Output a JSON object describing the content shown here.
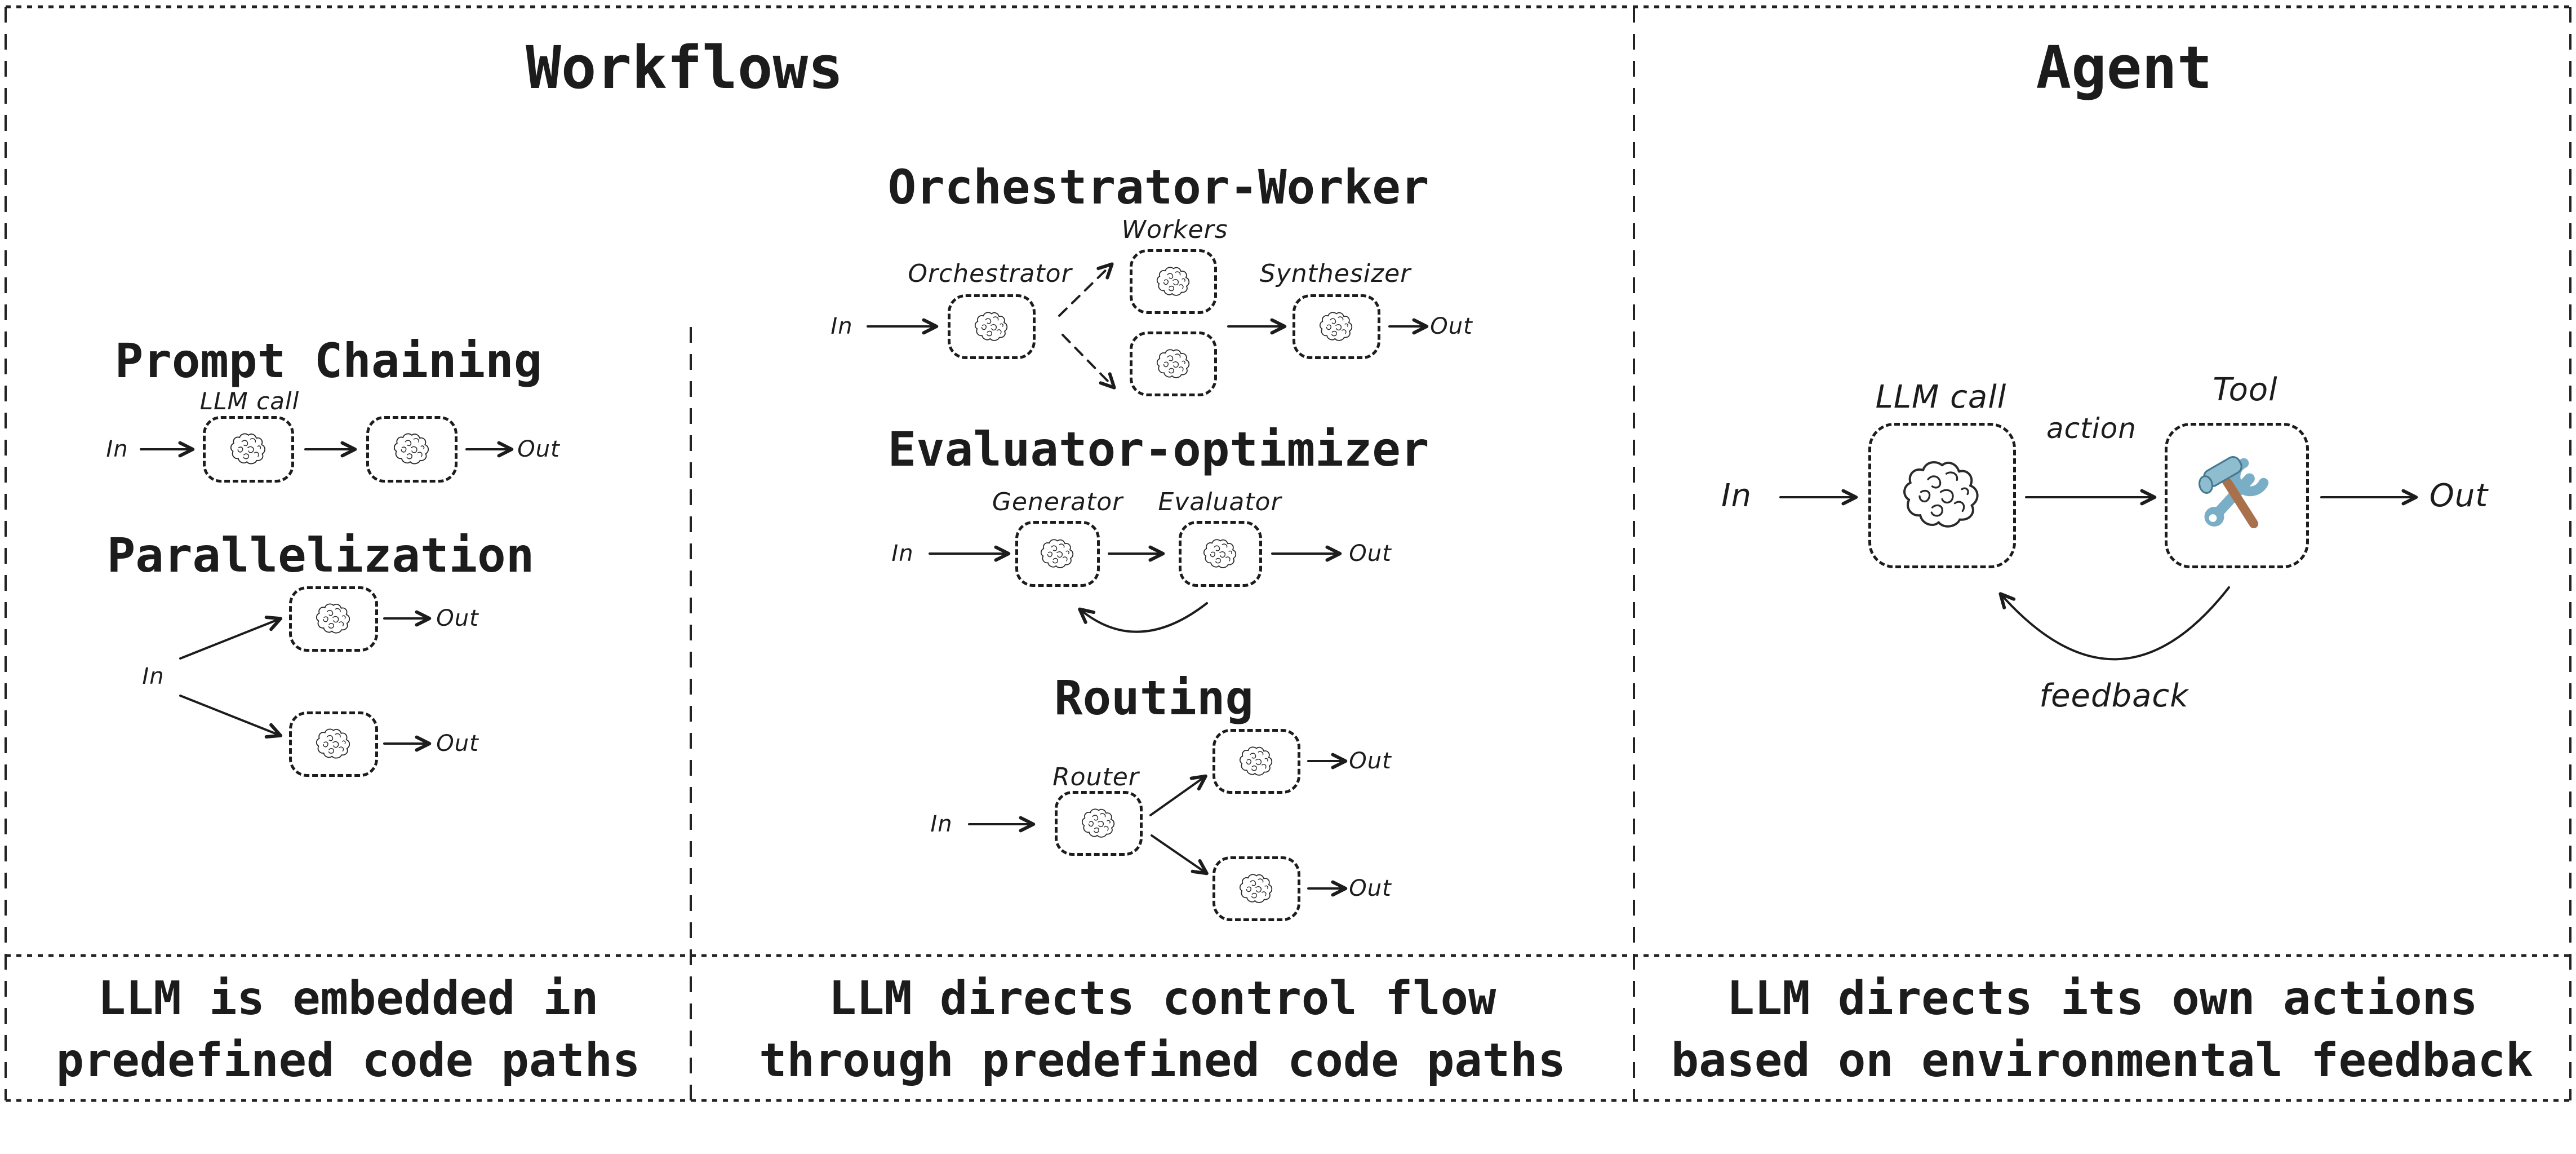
{
  "header": {
    "workflows_title": "Workflows",
    "agent_title": "Agent"
  },
  "workflows": {
    "prompt_chaining": {
      "title": "Prompt Chaining",
      "llm_call_label": "LLM call",
      "in_label": "In",
      "out_label": "Out"
    },
    "parallelization": {
      "title": "Parallelization",
      "in_label": "In",
      "out_top_label": "Out",
      "out_bottom_label": "Out"
    },
    "orchestrator_worker": {
      "title": "Orchestrator-Worker",
      "workers_label": "Workers",
      "orchestrator_label": "Orchestrator",
      "synthesizer_label": "Synthesizer",
      "in_label": "In",
      "out_label": "Out"
    },
    "evaluator_optimizer": {
      "title": "Evaluator-optimizer",
      "generator_label": "Generator",
      "evaluator_label": "Evaluator",
      "in_label": "In",
      "out_label": "Out"
    },
    "routing": {
      "title": "Routing",
      "router_label": "Router",
      "in_label": "In",
      "out_top_label": "Out",
      "out_bottom_label": "Out"
    }
  },
  "agent": {
    "llm_call_label": "LLM call",
    "tool_label": "Tool",
    "action_label": "action",
    "feedback_label": "feedback",
    "in_label": "In",
    "out_label": "Out"
  },
  "captions": {
    "workflows_left": {
      "line1": "LLM is embedded in",
      "line2": "predefined code paths"
    },
    "workflows_right": {
      "line1": "LLM directs control flow",
      "line2": "through predefined code paths"
    },
    "agent": {
      "line1": "LLM directs its own actions",
      "line2": "based on environmental feedback"
    }
  },
  "icons": {
    "llm": "brain-icon",
    "tool": "hammer-and-wrench-icon"
  },
  "colors": {
    "ink": "#1c1c1c",
    "background": "#ffffff",
    "tool_blue": "#79aec6",
    "tool_blue_dark": "#46788f",
    "tool_handle_brown": "#a9714b"
  }
}
